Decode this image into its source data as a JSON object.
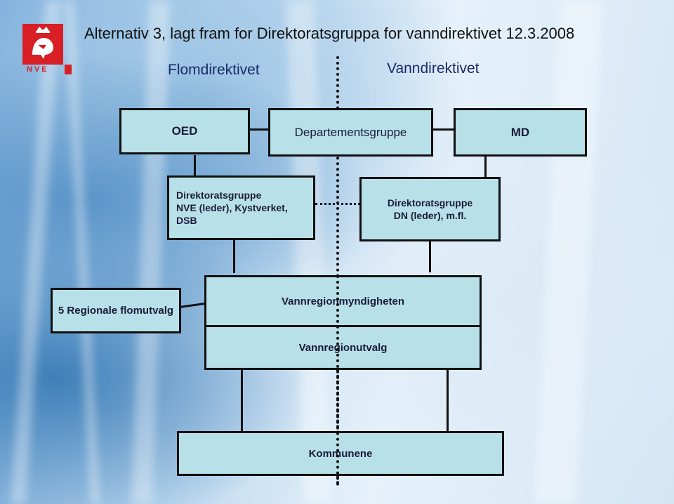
{
  "title": "Alternativ 3, lagt fram for Direktoratsgruppa for vanndirektivet 12.3.2008",
  "logo": {
    "text": "NVE",
    "icon": "nve-crest-icon",
    "color": "#d91f26"
  },
  "headings": {
    "left": "Flomdirektivet",
    "right": "Vanndirektivet"
  },
  "boxes": {
    "oed": "OED",
    "departementsgruppe": "Departementsgruppe",
    "md": "MD",
    "dir_nve_line1": "Direktoratsgruppe",
    "dir_nve_line2": "NVE (leder), Kystverket,",
    "dir_nve_line3": "DSB",
    "dir_dn_line1": "Direktoratsgruppe",
    "dir_dn_line2": "DN (leder), m.fl.",
    "flomutvalg": "5 Regionale flomutvalg",
    "vannregionmyndigheten": "Vannregionmyndigheten",
    "vannregionutvalg": "Vannregionutvalg",
    "kommunene": "Kommunene"
  },
  "colors": {
    "box_fill": "#b8e0e8",
    "heading_text": "#1a2a6a"
  }
}
